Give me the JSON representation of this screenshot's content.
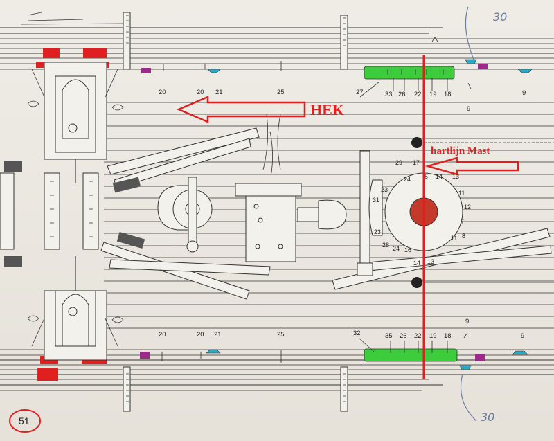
{
  "title_arrow": {
    "label": "HEK"
  },
  "mast_arrow": {
    "label": "hartlijn Mast"
  },
  "page_number": "51",
  "handwritten": {
    "top": "30",
    "bottom": "30"
  },
  "colors": {
    "red": "#e02020",
    "green": "#3ccc3c",
    "cyan": "#2aa8c8",
    "magenta": "#9c2a8a",
    "wheel": "#c43a2a"
  },
  "top_rail_labels": [
    {
      "id": "t20a",
      "text": "20"
    },
    {
      "id": "t20b",
      "text": "20"
    },
    {
      "id": "t21",
      "text": "21"
    },
    {
      "id": "t25",
      "text": "25"
    },
    {
      "id": "t27",
      "text": "27"
    },
    {
      "id": "t33",
      "text": "33"
    },
    {
      "id": "t26",
      "text": "26"
    },
    {
      "id": "t22",
      "text": "22"
    },
    {
      "id": "t19",
      "text": "19"
    },
    {
      "id": "t18",
      "text": "18"
    },
    {
      "id": "t9a",
      "text": "9"
    },
    {
      "id": "t9b",
      "text": "9"
    }
  ],
  "bottom_rail_labels": [
    {
      "id": "b20a",
      "text": "20"
    },
    {
      "id": "b20b",
      "text": "20"
    },
    {
      "id": "b21",
      "text": "21"
    },
    {
      "id": "b25",
      "text": "25"
    },
    {
      "id": "b32",
      "text": "32"
    },
    {
      "id": "b35",
      "text": "35"
    },
    {
      "id": "b26",
      "text": "26"
    },
    {
      "id": "b22",
      "text": "22"
    },
    {
      "id": "b19",
      "text": "19"
    },
    {
      "id": "b18",
      "text": "18"
    },
    {
      "id": "b9a",
      "text": "9"
    },
    {
      "id": "b9b",
      "text": "9"
    }
  ],
  "pin_ring_labels": [
    {
      "id": "r29",
      "text": "29"
    },
    {
      "id": "r17",
      "text": "17"
    },
    {
      "id": "r24a",
      "text": "24"
    },
    {
      "id": "r5",
      "text": "5"
    },
    {
      "id": "r14a",
      "text": "14"
    },
    {
      "id": "r13a",
      "text": "13"
    },
    {
      "id": "r23a",
      "text": "23"
    },
    {
      "id": "r11a",
      "text": "11"
    },
    {
      "id": "r31",
      "text": "31"
    },
    {
      "id": "r12",
      "text": "12"
    },
    {
      "id": "r7",
      "text": "7"
    },
    {
      "id": "r23b",
      "text": "23"
    },
    {
      "id": "r11b",
      "text": "11"
    },
    {
      "id": "r8",
      "text": "8"
    },
    {
      "id": "r28",
      "text": "28"
    },
    {
      "id": "r24b",
      "text": "24"
    },
    {
      "id": "r16",
      "text": "16"
    },
    {
      "id": "r14b",
      "text": "14"
    },
    {
      "id": "r13b",
      "text": "13"
    }
  ]
}
